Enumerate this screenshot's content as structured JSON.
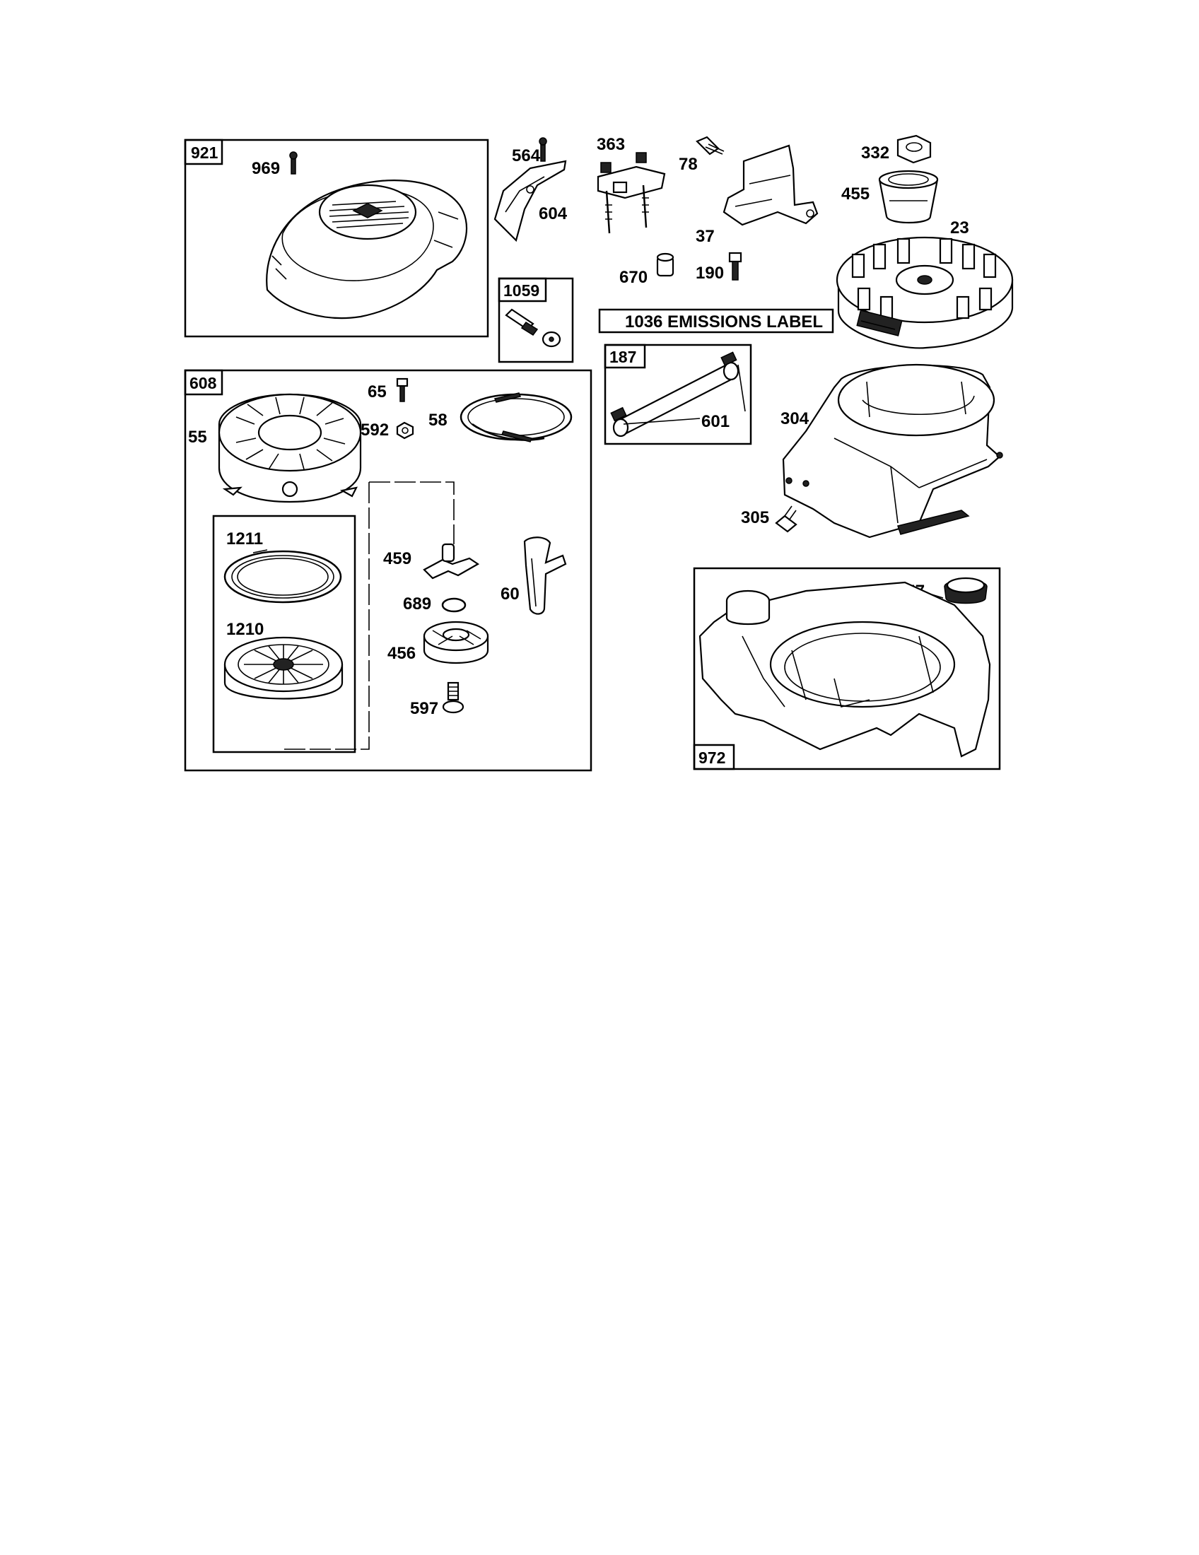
{
  "callouts": {
    "c921": "921",
    "c969": "969",
    "c564": "564",
    "c604": "604",
    "c1059": "1059",
    "c363": "363",
    "c78": "78",
    "c37": "37",
    "c670": "670",
    "c190": "190",
    "c332": "332",
    "c455": "455",
    "c23": "23",
    "c1036": "1036 EMISSIONS LABEL",
    "c187": "187",
    "c601": "601",
    "c304": "304",
    "c305": "305",
    "c608": "608",
    "c65": "65",
    "c592": "592",
    "c58": "58",
    "c55": "55",
    "c1211": "1211",
    "c1210": "1210",
    "c459": "459",
    "c689": "689",
    "c60": "60",
    "c456": "456",
    "c597": "597",
    "c957": "957",
    "c972": "972"
  },
  "icons": [
    "blower-housing",
    "rewind-starter",
    "flywheel",
    "fuel-tank",
    "fuel-line",
    "bolt",
    "nut"
  ]
}
